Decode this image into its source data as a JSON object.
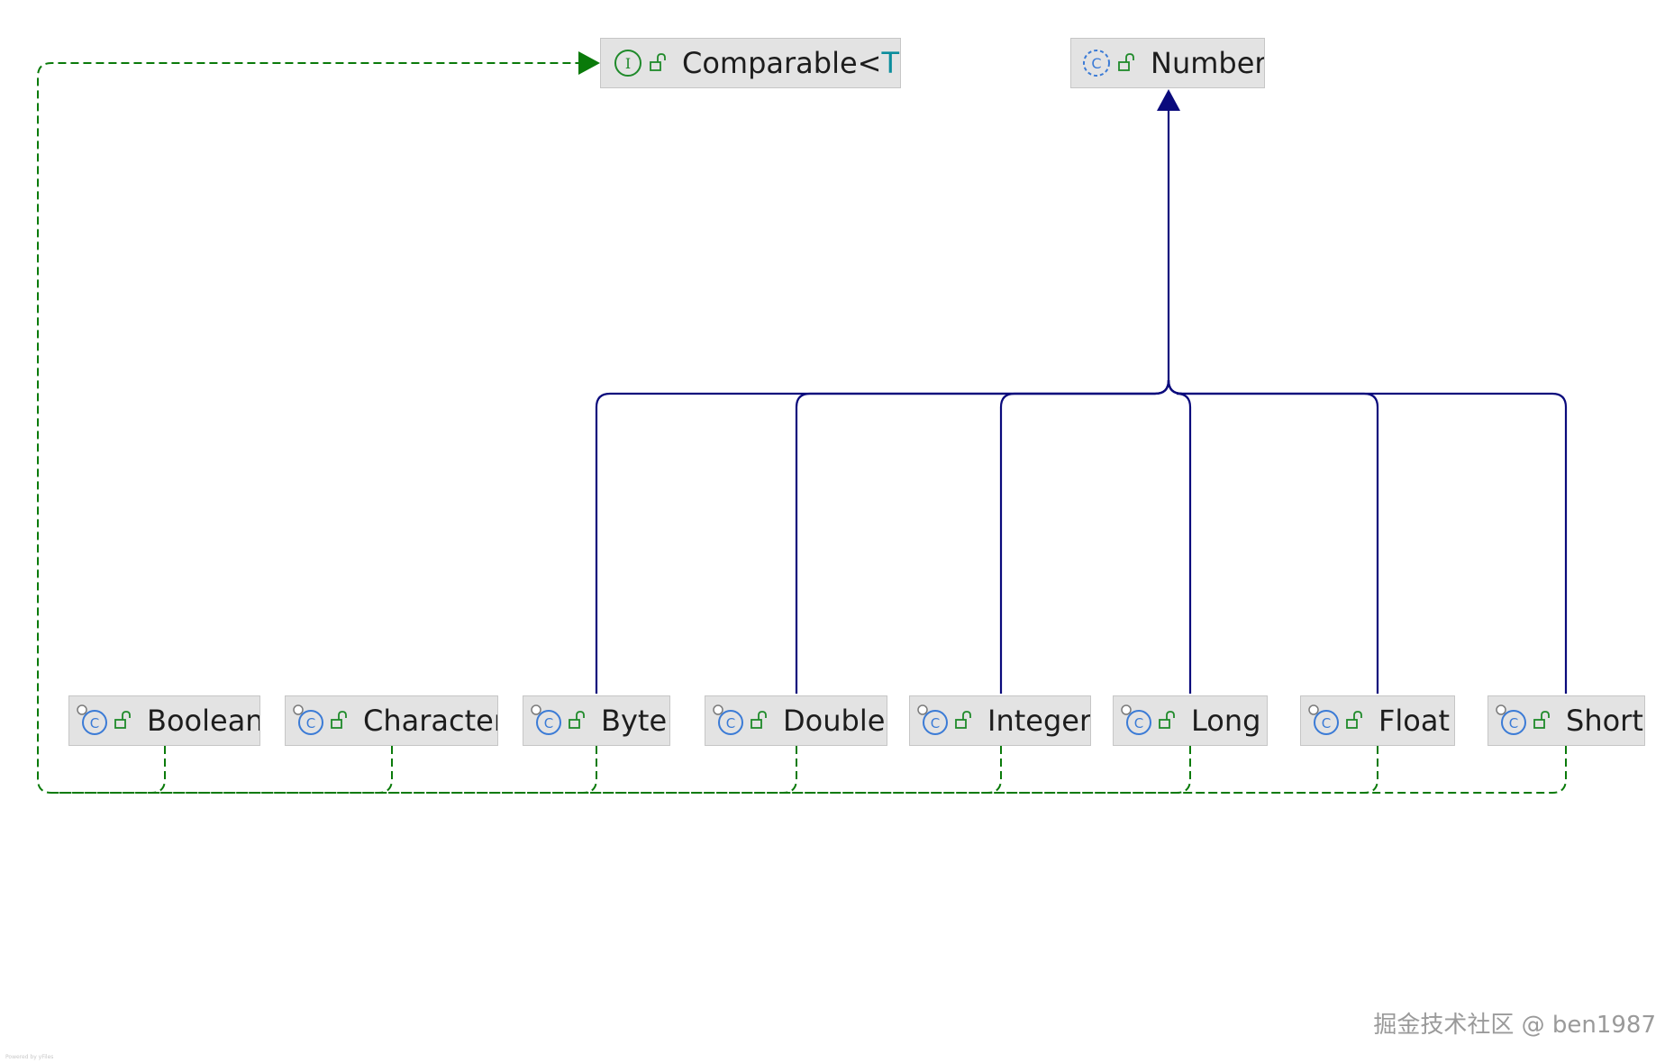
{
  "interfaces": {
    "comparable": {
      "name": "Comparable",
      "type_param_open": "<",
      "type_param": "T",
      "type_param_close": ">",
      "icon": "interface-icon",
      "visibility": "public-icon"
    }
  },
  "classes": {
    "number": {
      "name": "Number",
      "icon": "class-icon",
      "visibility": "public-icon"
    },
    "boolean": {
      "name": "Boolean",
      "icon": "final-class-icon",
      "visibility": "public-icon"
    },
    "character": {
      "name": "Character",
      "icon": "final-class-icon",
      "visibility": "public-icon"
    },
    "byte": {
      "name": "Byte",
      "icon": "final-class-icon",
      "visibility": "public-icon"
    },
    "double": {
      "name": "Double",
      "icon": "final-class-icon",
      "visibility": "public-icon"
    },
    "integer": {
      "name": "Integer",
      "icon": "final-class-icon",
      "visibility": "public-icon"
    },
    "long": {
      "name": "Long",
      "icon": "final-class-icon",
      "visibility": "public-icon"
    },
    "float": {
      "name": "Float",
      "icon": "final-class-icon",
      "visibility": "public-icon"
    },
    "short": {
      "name": "Short",
      "icon": "final-class-icon",
      "visibility": "public-icon"
    }
  },
  "relations": {
    "extends": {
      "target": "Number",
      "sources": [
        "Byte",
        "Double",
        "Integer",
        "Long",
        "Float",
        "Short"
      ],
      "color": "#0a0a7c",
      "style": "solid"
    },
    "implements": {
      "target": "Comparable",
      "sources": [
        "Boolean",
        "Character",
        "Byte",
        "Double",
        "Integer",
        "Long",
        "Float",
        "Short"
      ],
      "color": "#0a7a0a",
      "style": "dashed"
    }
  },
  "colors": {
    "node_bg": "#e3e3e3",
    "class_icon": "#3b7bd6",
    "interface_icon": "#1f8a2a",
    "extends_line": "#0a0a7c",
    "implements_line": "#0a7a0a"
  },
  "watermark": "掘金技术社区 @ ben1987",
  "credit": "Powered by yFiles"
}
